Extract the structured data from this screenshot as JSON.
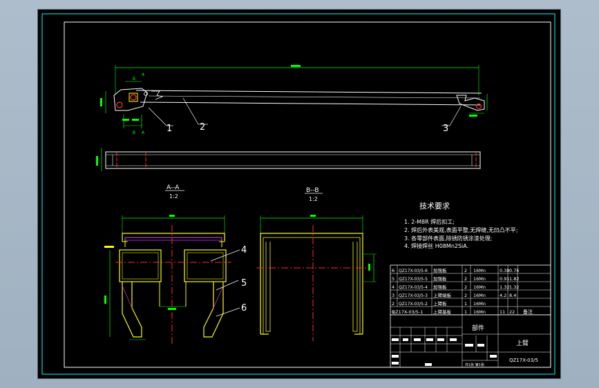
{
  "section_aa": {
    "title": "A--A",
    "scale": "1:2"
  },
  "section_bb": {
    "title": "B--B",
    "scale": "1:2"
  },
  "view_markers": {
    "a": "A",
    "b": "B"
  },
  "balloons": [
    "1",
    "2",
    "3",
    "4",
    "5",
    "6"
  ],
  "tech_requirements": {
    "heading": "技术要求",
    "items": [
      "1. 2-M8R 焊后扣工;",
      "2. 焊后外表美观,表面平整,无焊缝,无凹凸不平;",
      "3. 各零部件表面,除锈防锈涂漆处理;",
      "4. 焊接焊丝 H08Mn2SiA."
    ]
  },
  "parts_list": {
    "rows": [
      {
        "index": "6",
        "code": "QZ17X-03/5-6",
        "name": "加强板",
        "qty": "2",
        "material": "16Mn",
        "w1": "0.38",
        "w2": "0.76"
      },
      {
        "index": "5",
        "code": "QZ17X-03/5-5",
        "name": "加强板",
        "qty": "2",
        "material": "16Mn",
        "w1": "0.91",
        "w2": "1.82"
      },
      {
        "index": "4",
        "code": "QZ17X-03/5-4",
        "name": "加强板",
        "qty": "2",
        "material": "16Mn",
        "w1": "1.32",
        "w2": "1.32"
      },
      {
        "index": "3",
        "code": "QZ17X-03/5-3",
        "name": "上臂端板",
        "qty": "2",
        "material": "16Mn",
        "w1": "4.2",
        "w2": "8.4"
      },
      {
        "index": "2",
        "code": "QZ17X-03/5-2",
        "name": "上臂板",
        "qty": "1",
        "material": "16Mn",
        "w1": "",
        "w2": ""
      },
      {
        "index": "1",
        "code": "",
        "name": "上臂基板",
        "qty": "1",
        "material": "16Mn",
        "w1": "11",
        "w2": "22"
      }
    ],
    "header_code": "QZ17X-03/5-1",
    "remark_label": "备注"
  },
  "title_block": {
    "part_label": "部件",
    "name": "上臂",
    "drawing_number": "QZ17X-03/5",
    "sheet_info": "共1张 第1张"
  },
  "colors": {
    "frame": "#ffffff",
    "part_line": "#ffffff",
    "dimension": "#00ff00",
    "center_line": "#ff2a2a",
    "section": "#ffff00",
    "hatch": "#c030ff",
    "mark": "#00ffff"
  }
}
